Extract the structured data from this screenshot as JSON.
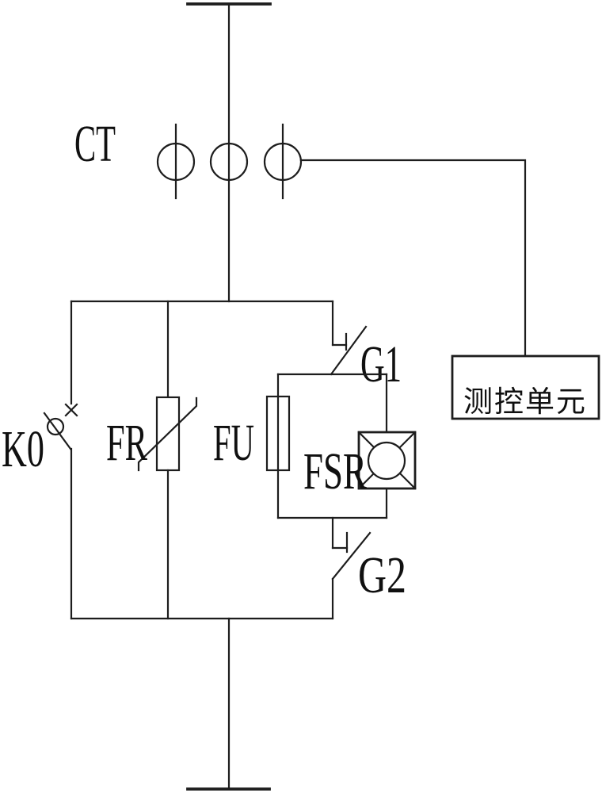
{
  "colors": {
    "background": "#ffffff",
    "line": "#1d1d1d",
    "text": "#101010"
  },
  "labels": {
    "ct": "CT",
    "k0": "K0",
    "fr": "FR",
    "fu": "FU",
    "fsr": "FSR",
    "g1": "G1",
    "g2": "G2",
    "control_unit": "测控单元"
  }
}
